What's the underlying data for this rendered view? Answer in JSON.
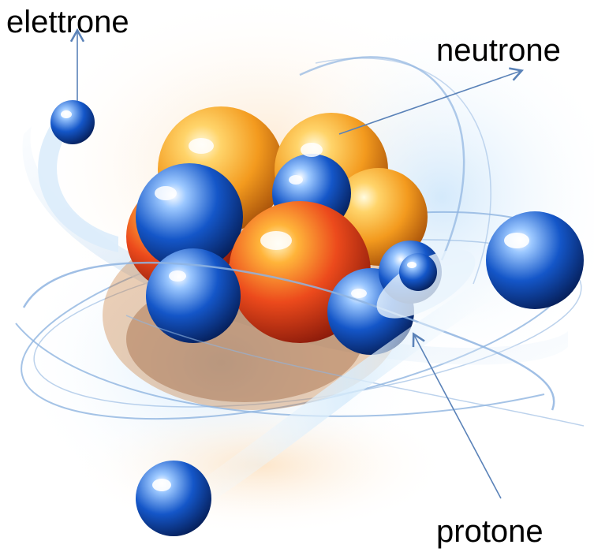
{
  "labels": {
    "electron": "elettrone",
    "neutron": "neutrone",
    "proton": "protone"
  },
  "colors": {
    "proton_red": "#e8321c",
    "proton_orange": "#f6a623",
    "neutron_blue": "#1456c8",
    "electron_blue": "#1e5fd6",
    "orbit": "#8fb4e0",
    "glow": "#cfe7fb",
    "pointer": "#5a82b8"
  },
  "icons": {
    "nucleus": "atom-nucleus-illustration",
    "electron": "electron-sphere-icon"
  }
}
